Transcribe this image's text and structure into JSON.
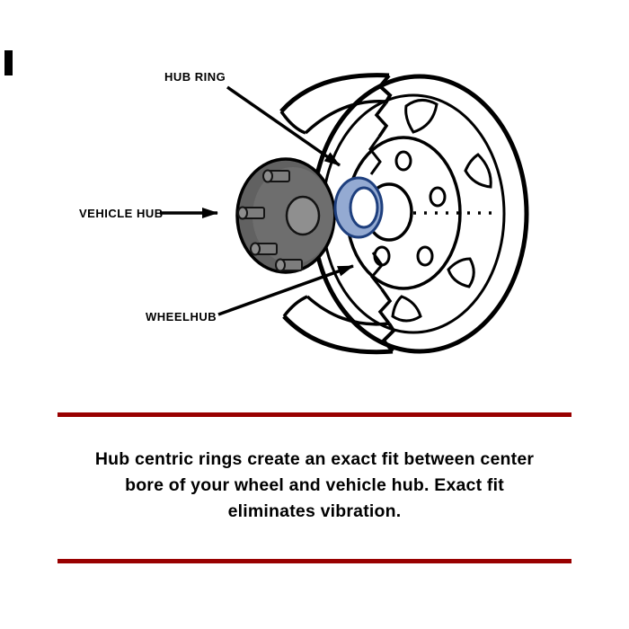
{
  "diagram": {
    "labels": {
      "hub_ring": "HUB RING",
      "vehicle_hub": "VEHICLE HUB",
      "wheelhub": "WHEELHUB"
    },
    "colors": {
      "hub_ring_fill": "#94aad2",
      "hub_ring_stroke": "#1e3f7e",
      "vehicle_hub_fill": "#616161",
      "vehicle_hub_center_fill": "#8f8f8f",
      "stud_fill": "#7d7d7d",
      "outline": "#000000",
      "rule": "#990000"
    }
  },
  "caption": {
    "lines": [
      "Hub centric rings create an exact fit between center",
      "bore of your wheel and vehicle hub.  Exact fit",
      "eliminates vibration."
    ]
  }
}
